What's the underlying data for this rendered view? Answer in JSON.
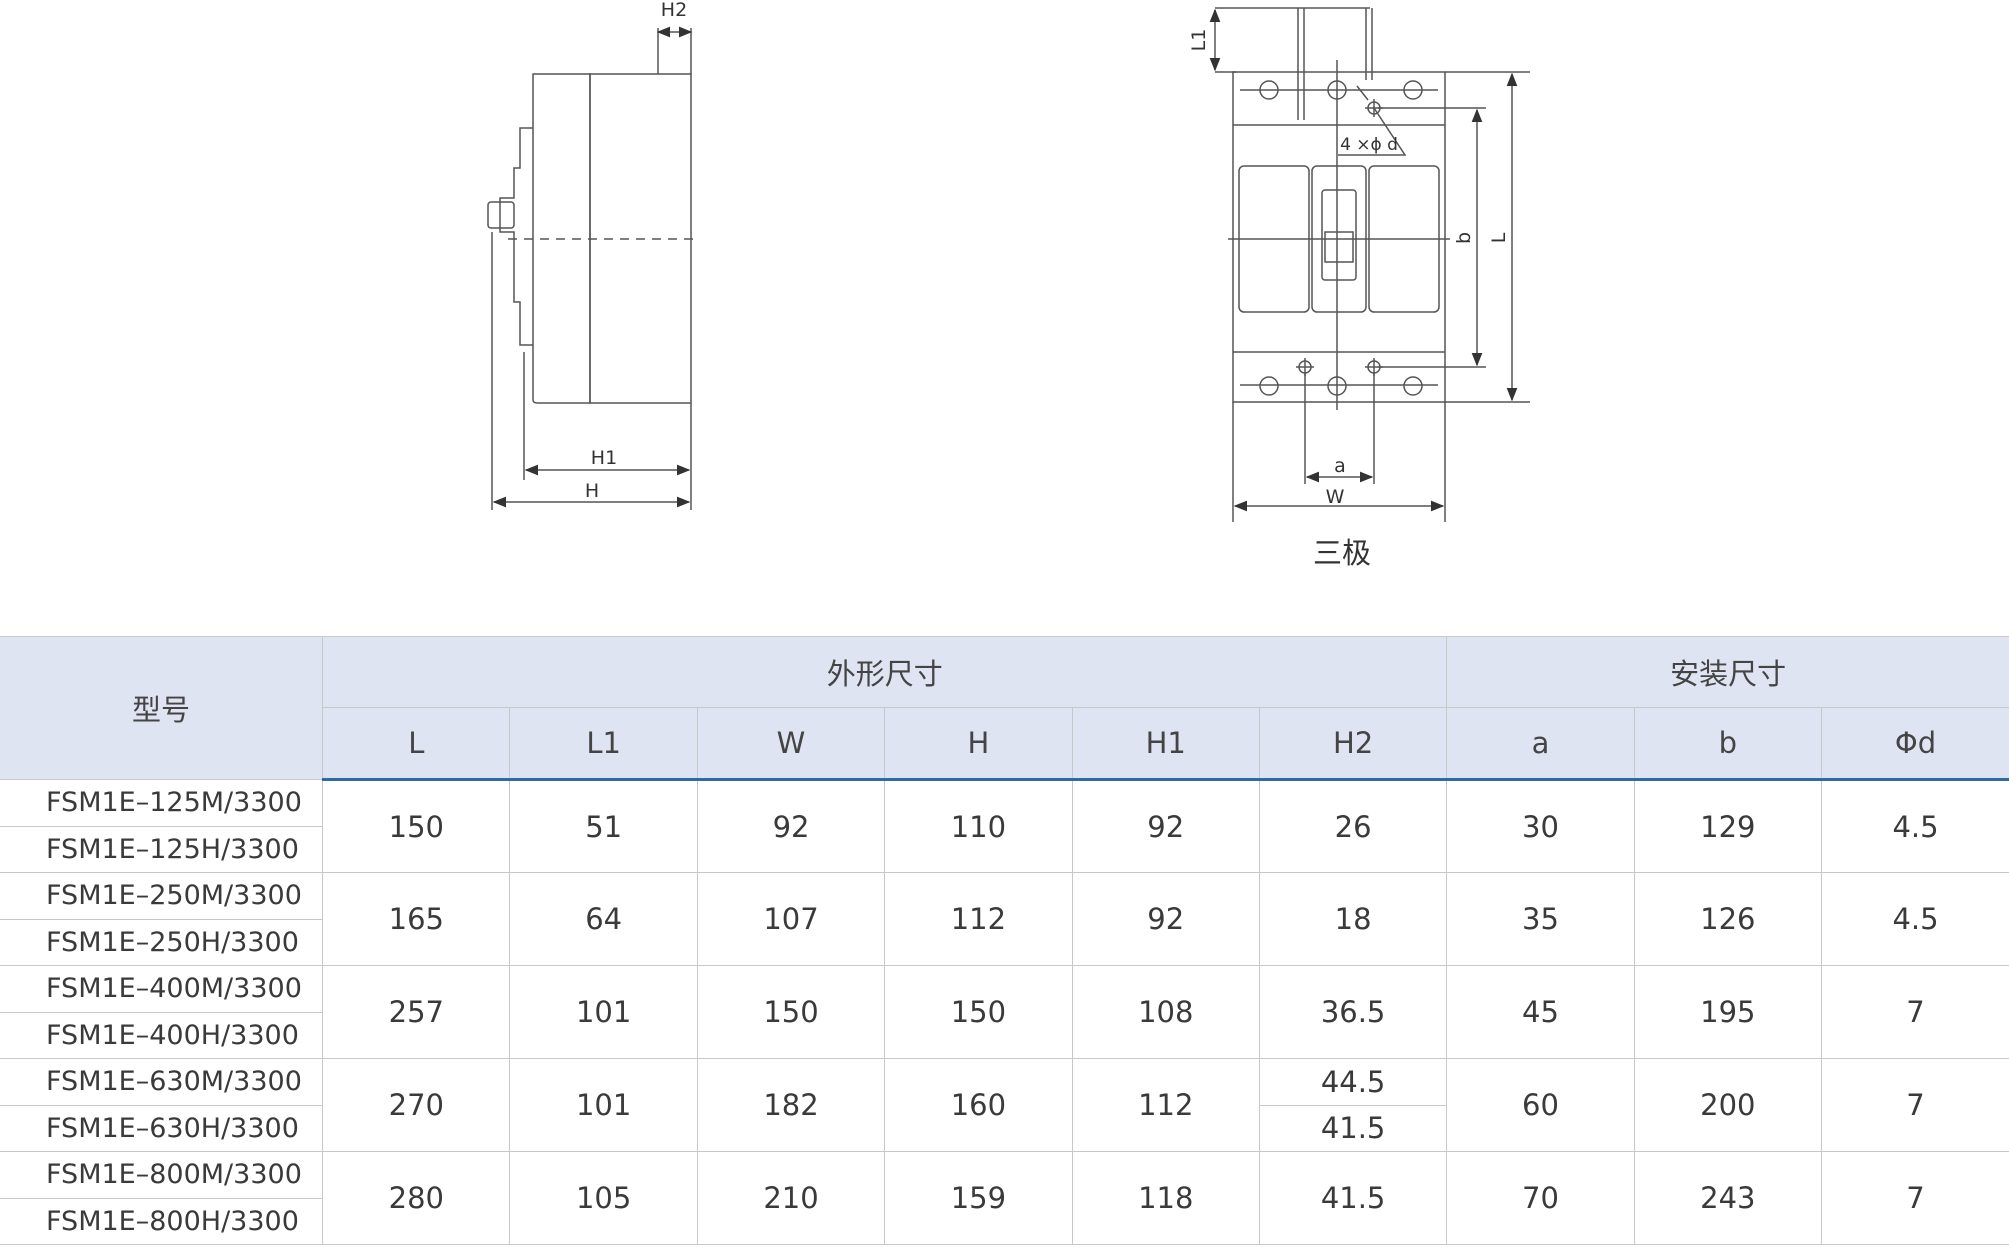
{
  "drawing": {
    "side_labels": {
      "h2": "H2",
      "h1": "H1",
      "h": "H"
    },
    "front_labels": {
      "l1": "L1",
      "hole": "4 ×ϕ d",
      "b": "b",
      "l": "L",
      "a": "a",
      "w": "W"
    },
    "caption": "三极"
  },
  "table": {
    "header": {
      "model": "型号",
      "outline_group": "外形尺寸",
      "install_group": "安装尺寸",
      "columns": [
        "L",
        "L1",
        "W",
        "H",
        "H1",
        "H2",
        "a",
        "b",
        "Φd"
      ]
    },
    "groups": [
      {
        "models": [
          "FSM1E–125M/3300",
          "FSM1E–125H/3300"
        ],
        "L": "150",
        "L1": "51",
        "W": "92",
        "H": "110",
        "H1": "92",
        "H2": [
          "26"
        ],
        "a": "30",
        "b": "129",
        "d": "4.5"
      },
      {
        "models": [
          "FSM1E–250M/3300",
          "FSM1E–250H/3300"
        ],
        "L": "165",
        "L1": "64",
        "W": "107",
        "H": "112",
        "H1": "92",
        "H2": [
          "18"
        ],
        "a": "35",
        "b": "126",
        "d": "4.5"
      },
      {
        "models": [
          "FSM1E–400M/3300",
          "FSM1E–400H/3300"
        ],
        "L": "257",
        "L1": "101",
        "W": "150",
        "H": "150",
        "H1": "108",
        "H2": [
          "36.5"
        ],
        "a": "45",
        "b": "195",
        "d": "7"
      },
      {
        "models": [
          "FSM1E–630M/3300",
          "FSM1E–630H/3300"
        ],
        "L": "270",
        "L1": "101",
        "W": "182",
        "H": "160",
        "H1": "112",
        "H2": [
          "44.5",
          "41.5"
        ],
        "a": "60",
        "b": "200",
        "d": "7"
      },
      {
        "models": [
          "FSM1E–800M/3300",
          "FSM1E–800H/3300"
        ],
        "L": "280",
        "L1": "105",
        "W": "210",
        "H": "159",
        "H1": "118",
        "H2": [
          "41.5"
        ],
        "a": "70",
        "b": "243",
        "d": "7"
      }
    ]
  }
}
